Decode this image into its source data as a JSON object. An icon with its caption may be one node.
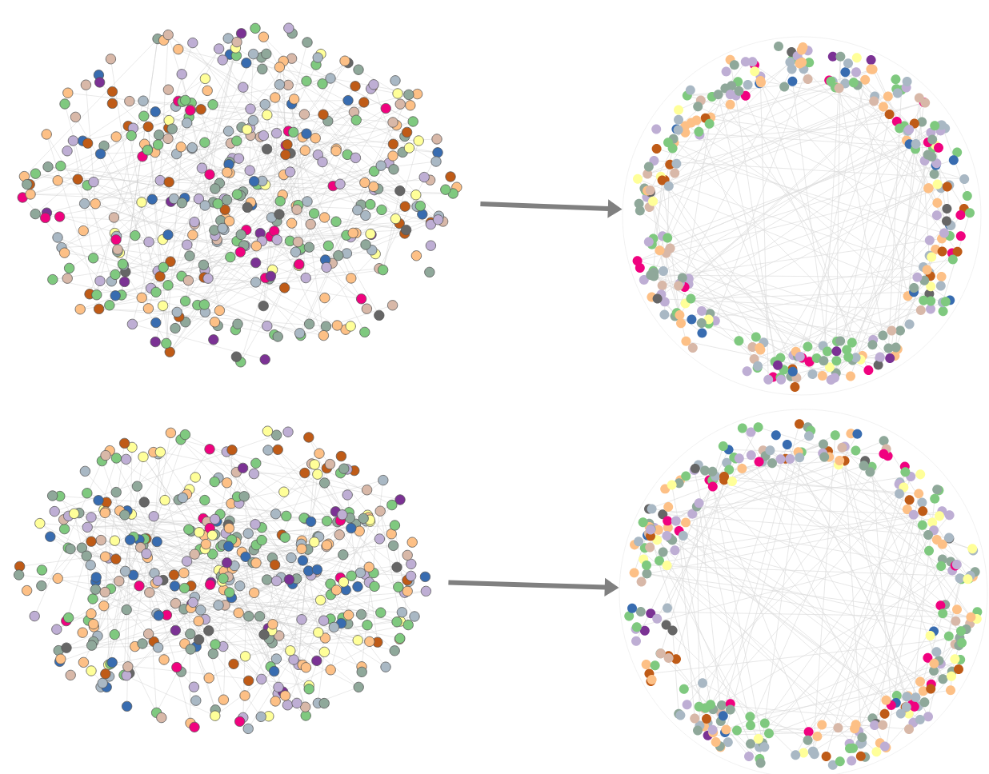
{
  "diagram": {
    "nodes": [
      {
        "text": [],
        "shape": "network"
      },
      {
        "text": [],
        "shape": "circle"
      },
      {
        "text": [],
        "shape": "network"
      },
      {
        "text": [],
        "shape": "circle"
      }
    ],
    "edges": [
      {
        "from": 0,
        "to": 1,
        "arrow": "to"
      },
      {
        "from": 2,
        "to": 3,
        "arrow": "to"
      }
    ]
  }
}
